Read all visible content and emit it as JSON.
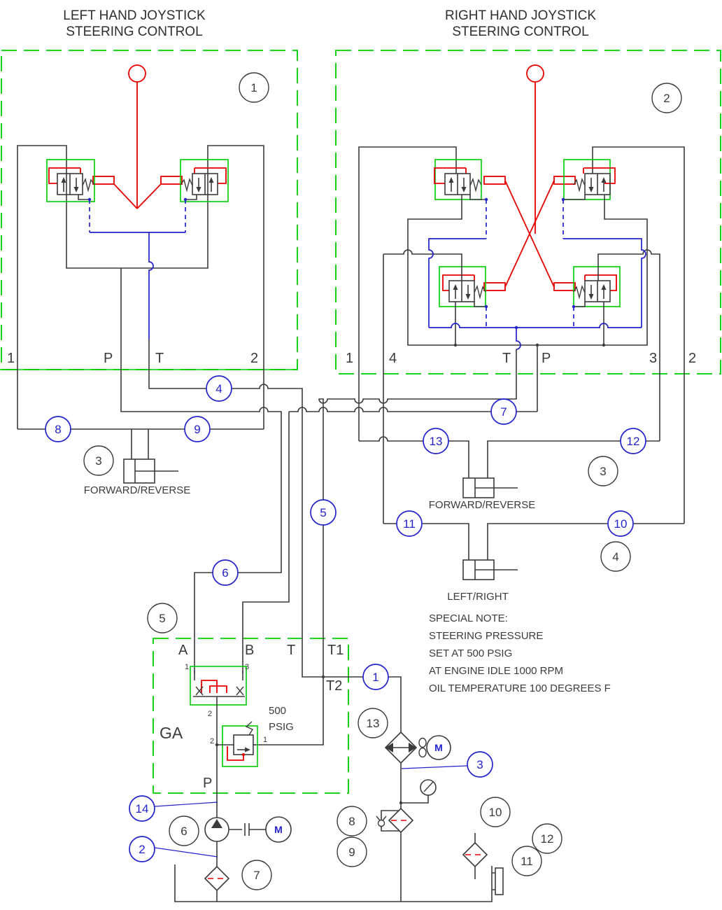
{
  "colors": {
    "line": "#3b3b3b",
    "green": "#00cc00",
    "red": "#e80000",
    "blue": "#2323cc",
    "background": "#ffffff"
  },
  "titles": {
    "left_line1": "LEFT HAND JOYSTICK",
    "left_line2": "STEERING CONTROL",
    "right_line1": "RIGHT HAND JOYSTICK",
    "right_line2": "STEERING CONTROL"
  },
  "left_ports": [
    "1",
    "P",
    "T",
    "2"
  ],
  "right_ports": [
    "1",
    "4",
    "T",
    "P",
    "3",
    "2"
  ],
  "ga": {
    "label": "GA",
    "port_a": "A",
    "port_b": "B",
    "port_t": "T",
    "port_t1": "T1",
    "port_t2": "T2",
    "port_p": "P",
    "shuttle_1": "1",
    "shuttle_3": "3",
    "shuttle_2": "2",
    "reducer_2": "2",
    "reducer_1": "1",
    "psig_value": "500",
    "psig_unit": "PSIG"
  },
  "cylinders": {
    "fr_left": "FORWARD/REVERSE",
    "fr_right": "FORWARD/REVERSE",
    "lr_right": "LEFT/RIGHT"
  },
  "motors": {
    "pump": "M",
    "fan": "M"
  },
  "note": [
    "SPECIAL NOTE:",
    "STEERING PRESSURE",
    "SET AT 500 PSIG",
    "AT ENGINE IDLE 1000 RPM",
    "OIL TEMPERATURE 100 DEGREES F"
  ],
  "blue_callouts": {
    "c1": "1",
    "c2": "2",
    "c3": "3",
    "c4": "4",
    "c5": "5",
    "c6": "6",
    "c7": "7",
    "c8": "8",
    "c9": "9",
    "c10": "10",
    "c11": "11",
    "c12": "12",
    "c13": "13",
    "c14": "14"
  },
  "black_callouts": {
    "k1": "1",
    "k2": "2",
    "k3_left": "3",
    "k3_right": "3",
    "k4": "4",
    "k5": "5",
    "k6": "6",
    "k7": "7",
    "k8": "8",
    "k9": "9",
    "k10": "10",
    "k11": "11",
    "k12": "12",
    "k13": "13"
  }
}
